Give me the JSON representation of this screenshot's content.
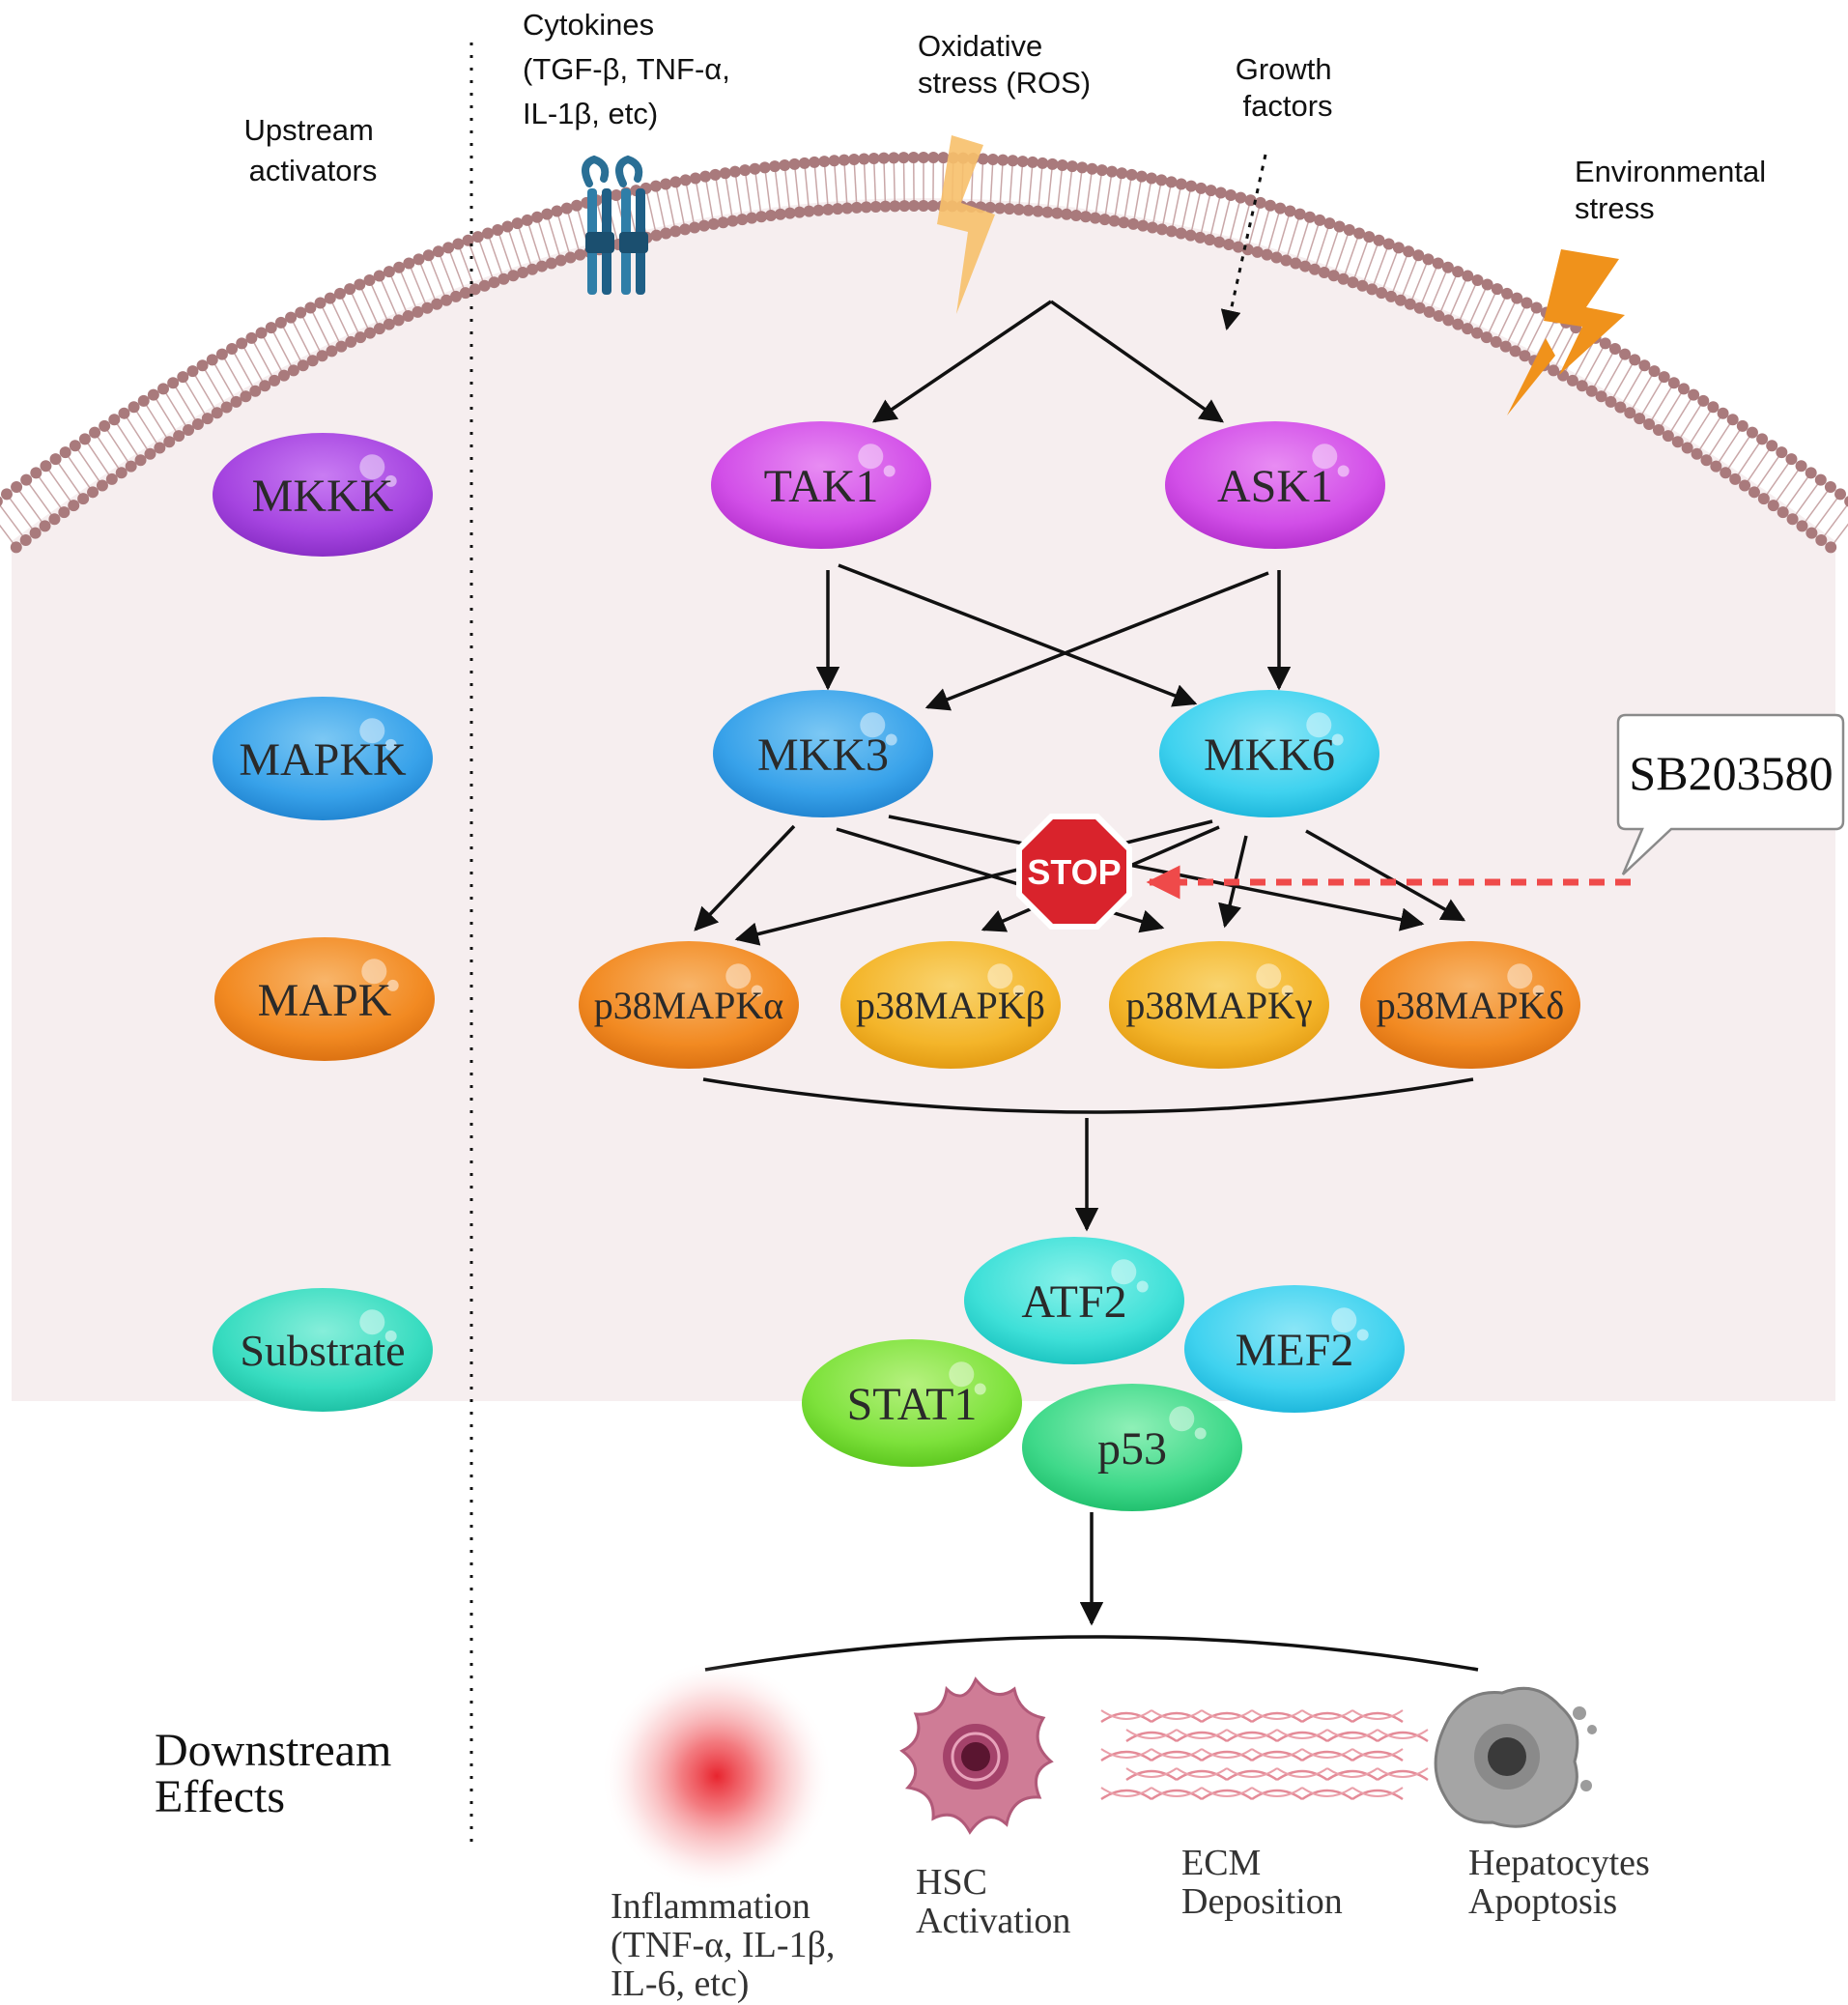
{
  "activators": {
    "upstream": [
      "Upstream",
      "activators"
    ],
    "cytokines": [
      "Cytokines",
      "(TGF-β, TNF-α,",
      "IL-1β, etc)"
    ],
    "oxidative": [
      "Oxidative",
      "stress (ROS)"
    ],
    "growth": [
      "Growth",
      "factors"
    ],
    "environmental": [
      "Environmental",
      "stress"
    ]
  },
  "tiers": {
    "mkkk": "MKKK",
    "mapkk": "MAPKK",
    "mapk": "MAPK",
    "substrate": "Substrate",
    "downstream": [
      "Downstream",
      "Effects"
    ]
  },
  "kinases": {
    "tak1": "TAK1",
    "ask1": "ASK1",
    "mkk3": "MKK3",
    "mkk6": "MKK6",
    "p38a": "p38MAPKα",
    "p38b": "p38MAPKβ",
    "p38g": "p38MAPKγ",
    "p38d": "p38MAPKδ"
  },
  "substrates": {
    "atf2": "ATF2",
    "mef2": "MEF2",
    "stat1": "STAT1",
    "p53": "p53"
  },
  "inhibitor": {
    "name": "SB203580",
    "stop": "STOP"
  },
  "effects": {
    "inflammation": [
      "Inflammation",
      "(TNF-α, IL-1β,",
      "IL-6, etc)"
    ],
    "hsc": [
      "HSC",
      "Activation"
    ],
    "ecm": [
      "ECM",
      "Deposition"
    ],
    "hepatocytes": [
      "Hepatocytes",
      "Apoptosis"
    ]
  },
  "colors": {
    "cytoplasm": "#f6eeef",
    "membrane": "#a97a7c",
    "purple": "#b04ee6",
    "magenta": "#d14ee8",
    "blue": "#3aa3ea",
    "cyan": "#3fd2ef",
    "orange": "#f28a22",
    "yellow": "#f4b52a",
    "teal": "#37dcc0",
    "green": "#3fd98a",
    "lime": "#7ee23c",
    "stop_red": "#d9232c",
    "inhibitor_dash": "#ef4a4a",
    "lightning": "#f39c1e"
  }
}
